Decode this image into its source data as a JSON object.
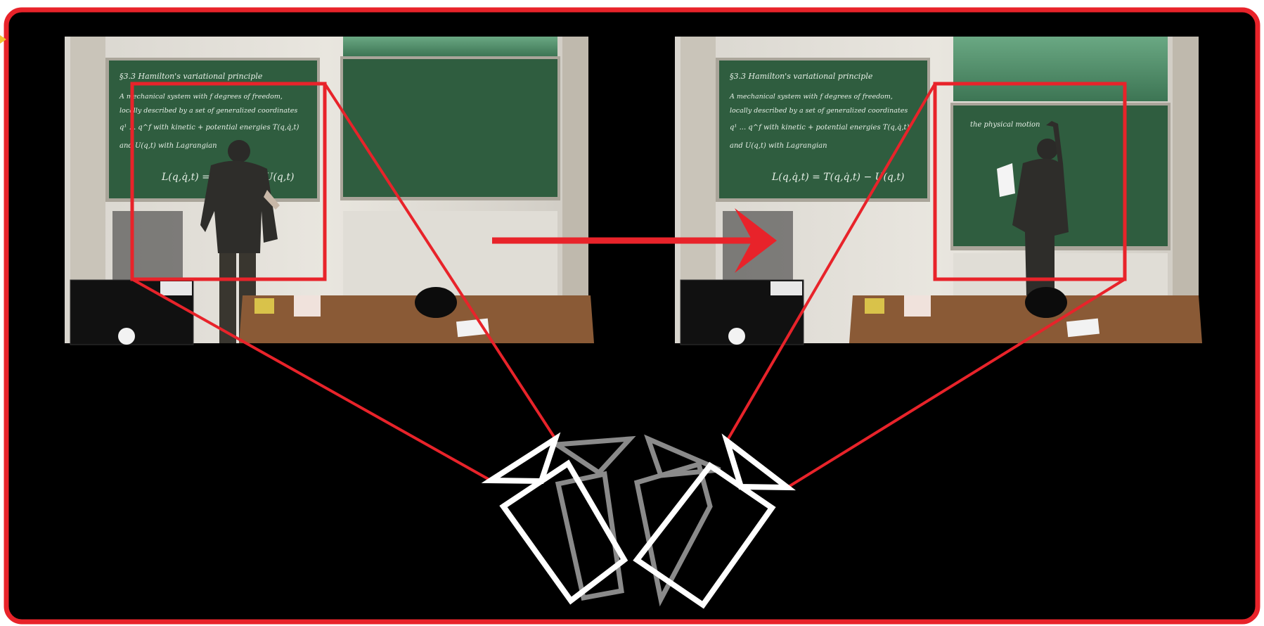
{
  "colors": {
    "frame": "#e8232a",
    "background": "#000000",
    "board": "#2f5d3f",
    "board_top": "#5f9b78",
    "camera_active": "#ffffff",
    "camera_ghost": "#8a8a8a"
  },
  "frames": [
    {
      "chalk": {
        "heading": "§3.3  Hamilton's variational principle",
        "line1": "A mechanical system with f degrees of freedom,",
        "line2": "locally described by a set of generalized coordinates",
        "line3": "q¹ ... q^f  with kinetic + potential energies  T(q,q̇,t)",
        "line4": "and  U(q,t)  with  Lagrangian",
        "equation": "L(q,q̇,t) = T(q,q̇,t) − U(q,t)"
      }
    },
    {
      "chalk": {
        "heading": "§3.3  Hamilton's variational principle",
        "line1": "A mechanical system with f degrees of freedom,",
        "line2": "locally described by a set of generalized coordinates",
        "line3": "q¹ ... q^f  with kinetic + potential energies  T(q,q̇,t)",
        "line4": "and  U(q,t)  with  Lagrangian",
        "equation": "L(q,q̇,t) = T(q,q̇,t) − U(q,t)",
        "right_board": "the physical motion"
      }
    }
  ],
  "icons": {
    "transition": "arrow-right-icon",
    "camera": "camera-frustum-icon"
  }
}
